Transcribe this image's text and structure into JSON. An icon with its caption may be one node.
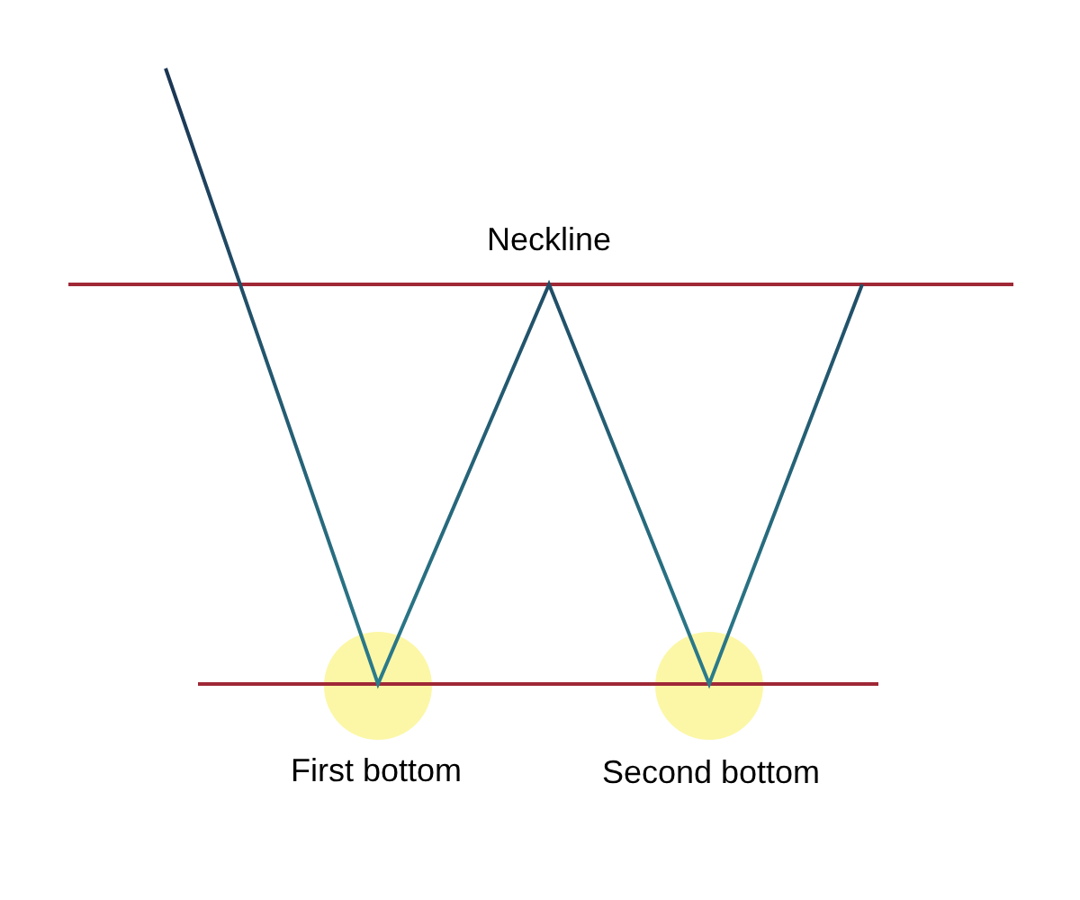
{
  "diagram": {
    "labels": [
      "Neckline",
      "First bottom",
      "Second bottom"
    ]
  }
}
